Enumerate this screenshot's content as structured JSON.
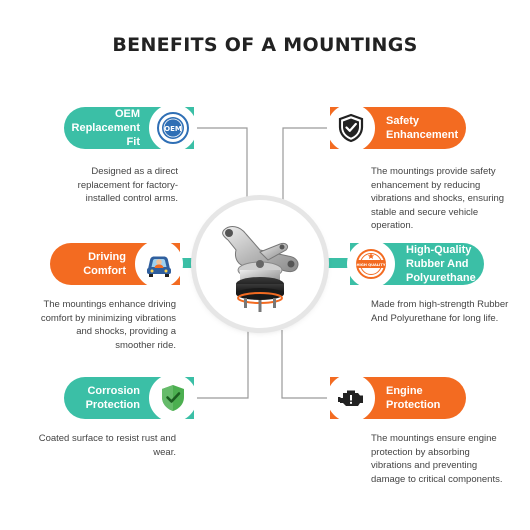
{
  "title": "BENEFITS OF A MOUNTINGS",
  "colors": {
    "teal": "#3bbfa6",
    "orange": "#f36b21",
    "line": "#9a9a9a"
  },
  "center": {
    "icon": "engine-mount-product-image"
  },
  "benefits": {
    "oem": {
      "label": "OEM Replacement Fit",
      "icon": "oem-quality-seal-icon",
      "badge_text": "OEM",
      "description": "Designed as a direct replacement for factory-installed control arms."
    },
    "safety": {
      "label": "Safety Enhancement",
      "icon": "shield-check-icon",
      "description": "The mountings provide safety enhancement by reducing vibrations and shocks, ensuring stable and secure vehicle operation."
    },
    "comfort": {
      "label": "Driving Comfort",
      "icon": "driver-in-car-icon",
      "description": "The mountings enhance driving comfort by minimizing vibrations and shocks, providing a smoother ride."
    },
    "quality": {
      "label": "High-Quality Rubber And Polyurethane",
      "icon": "high-quality-stamp-icon",
      "badge_text": "HIGH QUALITY",
      "description": "Made from high-strength Rubber And Polyurethane for long life."
    },
    "corrosion": {
      "label": "Corrosion Protection",
      "icon": "shield-check-icon",
      "description": "Coated surface to resist rust and wear."
    },
    "engine": {
      "label": "Engine Protection",
      "icon": "engine-warning-icon",
      "description": "The mountings ensure engine protection by absorbing vibrations and preventing damage to critical components."
    }
  }
}
